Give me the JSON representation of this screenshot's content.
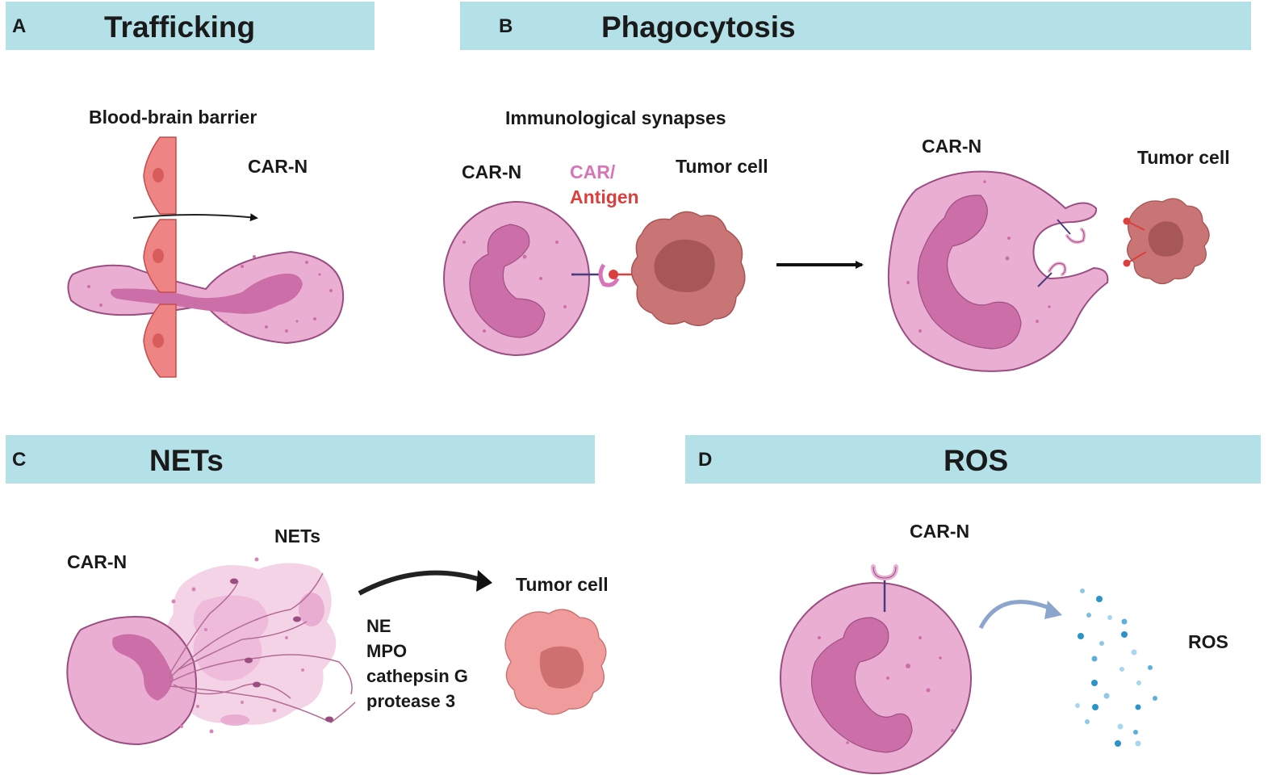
{
  "panels": {
    "a": {
      "letter": "A",
      "title": "Trafficking"
    },
    "b": {
      "letter": "B",
      "title": "Phagocytosis"
    },
    "c": {
      "letter": "C",
      "title": "NETs"
    },
    "d": {
      "letter": "D",
      "title": "ROS"
    }
  },
  "labels": {
    "blood_brain_barrier": "Blood-brain barrier",
    "car_n_a": "CAR-N",
    "immunological_synapses": "Immunological synapses",
    "car_n_b1": "CAR-N",
    "car_part": "CAR/",
    "antigen_part": "Antigen",
    "tumor_cell_b1": "Tumor cell",
    "car_n_b2": "CAR-N",
    "tumor_cell_b2": "Tumor cell",
    "car_n_c": "CAR-N",
    "nets_c": "NETs",
    "tumor_cell_c": "Tumor cell",
    "net_components": [
      "NE",
      "MPO",
      "cathepsin G",
      "protease 3"
    ],
    "car_n_d": "CAR-N",
    "ros_d": "ROS"
  },
  "colors": {
    "banner": "#b3e1e7",
    "neutrophil_body": "#eaaed3",
    "neutrophil_outline": "#9a4d80",
    "nucleus": "#cc6fa8",
    "endothelial": "#ef8484",
    "tumor_dark": "#c97575",
    "tumor_light": "#f09c9c",
    "car_label": "#d874b8",
    "antigen_label": "#d9403e",
    "receptor": "#4a3b7d",
    "ros_particles": "#2a93c9"
  }
}
